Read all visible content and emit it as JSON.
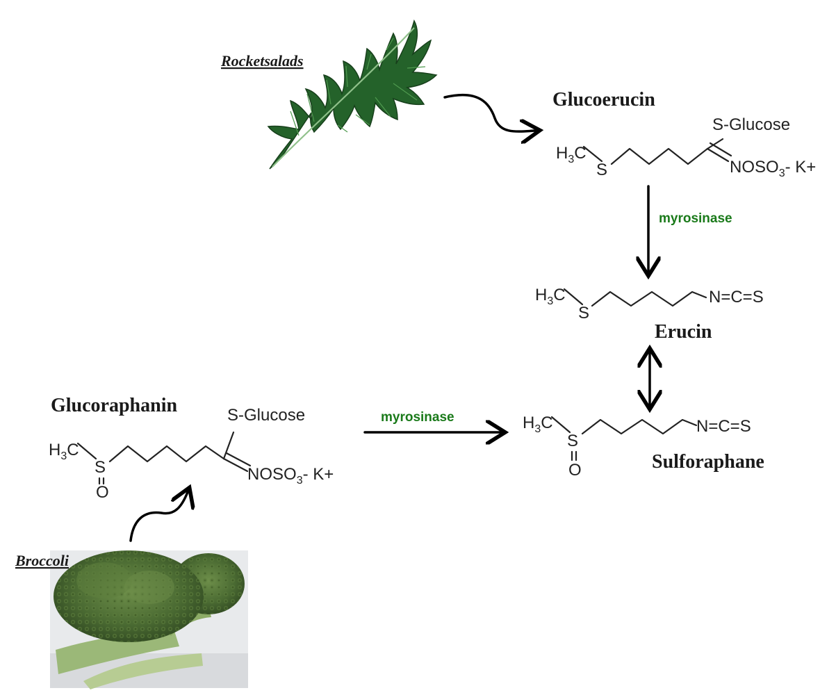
{
  "sources": {
    "rocket": {
      "label": "Rocketsalads"
    },
    "broccoli": {
      "label": "Broccoli"
    }
  },
  "compounds": {
    "glucoerucin": {
      "name": "Glucoerucin",
      "h3c": "H",
      "h3c_sub": "3",
      "h3c_c": "C",
      "s": "S",
      "s_glucose": "S-Glucose",
      "nosos": "NOSO",
      "nosos_sub": "3",
      "k": "- K+"
    },
    "erucin": {
      "name": "Erucin",
      "h3c": "H",
      "h3c_sub": "3",
      "h3c_c": "C",
      "s": "S",
      "ncs": "N=C=S"
    },
    "glucoraphanin": {
      "name": "Glucoraphanin",
      "h3c": "H",
      "h3c_sub": "3",
      "h3c_c": "C",
      "s": "S",
      "o": "O",
      "s_glucose": "S-Glucose",
      "nosos": "NOSO",
      "nosos_sub": "3",
      "k": "- K+"
    },
    "sulforaphane": {
      "name": "Sulforaphane",
      "h3c": "H",
      "h3c_sub": "3",
      "h3c_c": "C",
      "s": "S",
      "o": "O",
      "ncs": "N=C=S"
    }
  },
  "enzymes": {
    "vertical": "myrosinase",
    "horizontal": "myrosinase",
    "color": "#1a7a1a"
  },
  "colors": {
    "leaf_dark": "#1e5a22",
    "leaf_mid": "#2f7a33",
    "broccoli_dark": "#3d5a2a",
    "broccoli_light": "#7a9a55"
  },
  "icons": [
    "rocket-leaf-icon",
    "broccoli-icon"
  ]
}
